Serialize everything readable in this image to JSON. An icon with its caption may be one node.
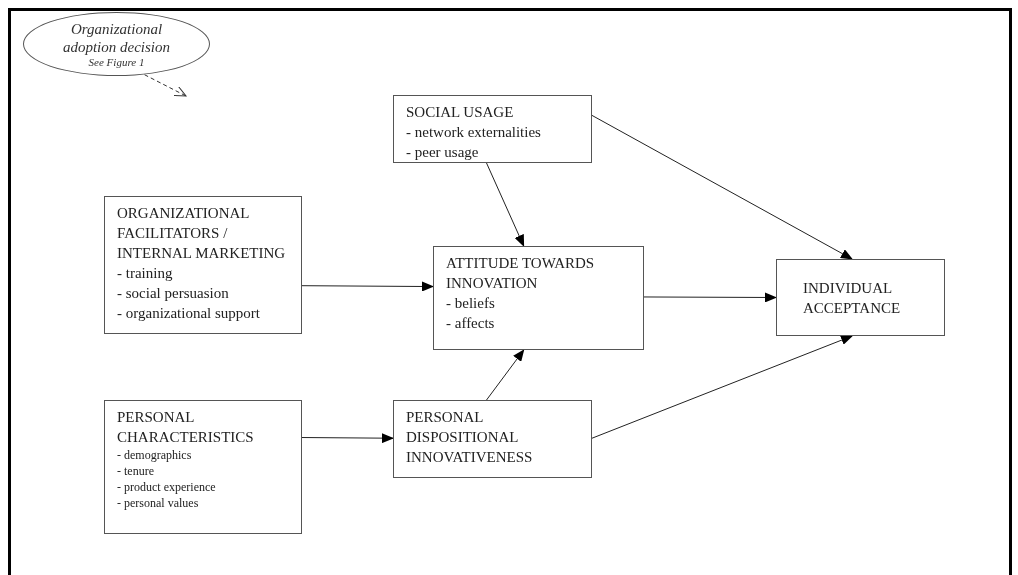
{
  "diagram": {
    "nodes": [
      {
        "text": [
          "Organizational adoption decision",
          "See Figure 1"
        ]
      },
      {
        "text": [
          "SOCIAL USAGE",
          "- network externalities",
          "- peer usage"
        ]
      },
      {
        "text": [
          "ORGANIZATIONAL FACILITATORS / INTERNAL MARKETING",
          "- training",
          "- social persuasion",
          "- organizational support"
        ]
      },
      {
        "text": [
          "ATTITUDE TOWARDS INNOVATION",
          "- beliefs",
          "- affects"
        ]
      },
      {
        "text": [
          "INDIVIDUAL ACCEPTANCE"
        ]
      },
      {
        "text": [
          "PERSONAL CHARACTERISTICS",
          "- demographics",
          "- tenure",
          "- product experience",
          "- personal values"
        ]
      },
      {
        "text": [
          "PERSONAL DISPOSITIONAL INNOVATIVENESS"
        ]
      }
    ],
    "edges": [
      {
        "from": 0,
        "to": null,
        "arrow": "to",
        "style": "dashed"
      },
      {
        "from": 1,
        "to": 3,
        "arrow": "to"
      },
      {
        "from": 1,
        "to": 4,
        "arrow": "to"
      },
      {
        "from": 2,
        "to": 3,
        "arrow": "to"
      },
      {
        "from": 3,
        "to": 4,
        "arrow": "to"
      },
      {
        "from": 5,
        "to": 6,
        "arrow": "to"
      },
      {
        "from": 6,
        "to": 3,
        "arrow": "to"
      },
      {
        "from": 6,
        "to": 4,
        "arrow": "to"
      }
    ]
  }
}
